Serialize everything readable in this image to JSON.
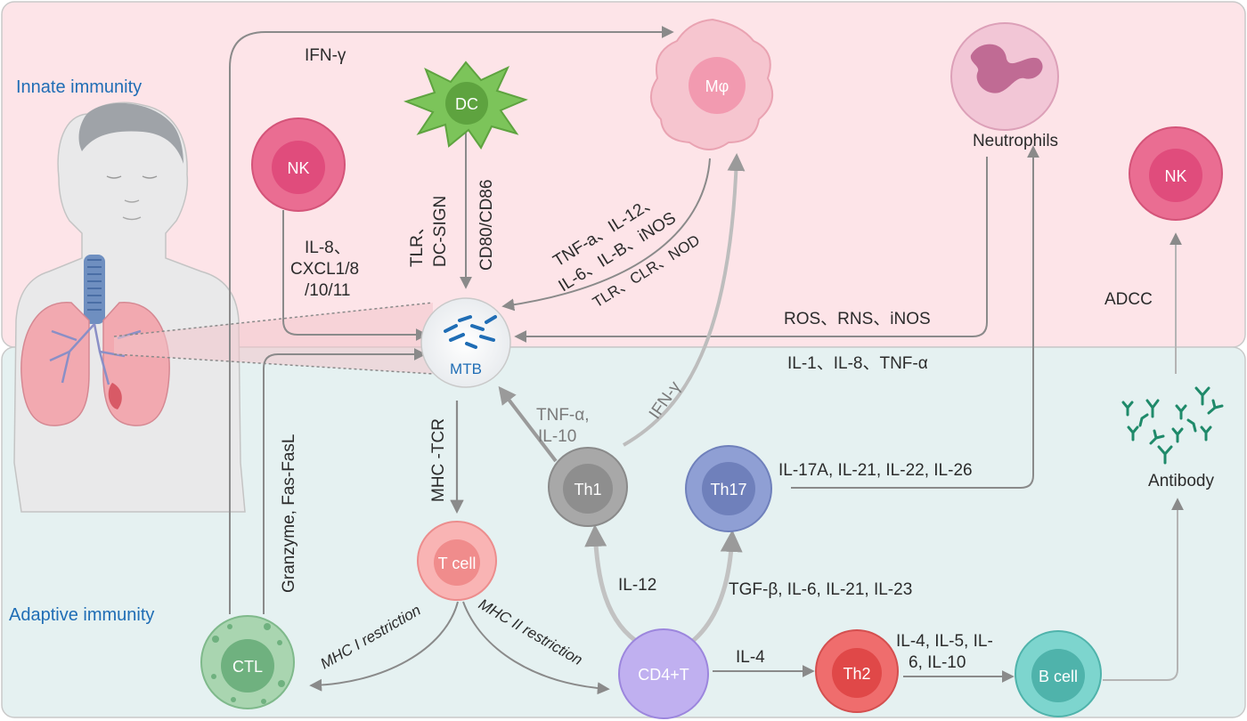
{
  "sections": {
    "innate": "Innate immunity",
    "adaptive": "Adaptive immunity"
  },
  "cells": {
    "mtb": "MTB",
    "dc": "DC",
    "nk_innate": "NK",
    "macrophage": "Mφ",
    "neutrophils": "Neutrophils",
    "nk_adcc": "NK",
    "th1": "Th1",
    "th17": "Th17",
    "tcell": "T cell",
    "ctl": "CTL",
    "cd4t": "CD4+T",
    "th2": "Th2",
    "bcell": "B cell",
    "antibody": "Antibody"
  },
  "labels": {
    "ifn_top": "IFN-γ",
    "nk_cytokines_1": "IL-8、",
    "nk_cytokines_2": "CXCL1/8",
    "nk_cytokines_3": "/10/11",
    "dc_receptors_1": "TLR、",
    "dc_receptors_2": "DC-SIGN",
    "dc_costim": "CD80/CD86",
    "mphi_cytokines_1": "TNF-a、IL-12、",
    "mphi_cytokines_2": "IL-6、IL-B、iNOS",
    "mphi_receptors": "TLR、CLR、NOD",
    "neut_products": "ROS、RNS、iNOS",
    "neut_cytokines": "IL-1、IL-8、TNF-α",
    "adcc": "ADCC",
    "ctl_effectors": "Granzyme, Fas-FasL",
    "mhc_tcr": "MHC -TCR",
    "th1_cytokines_1": "TNF-α,",
    "th1_cytokines_2": "IL-10",
    "ifn_th1": "IFN-γ",
    "th17_cytokines": "IL-17A, IL-21, IL-22, IL-26",
    "il12": "IL-12",
    "th17_induction": "TGF-β, IL-6, IL-21, IL-23",
    "mhc1": "MHC I restriction",
    "mhc2": "MHC II restriction",
    "il4": "IL-4",
    "th2_cytokines_1": "IL-4, IL-5, IL-",
    "th2_cytokines_2": "6, IL-10"
  },
  "colors": {
    "innate_bg": "#fde4e8",
    "adaptive_bg": "#e5f1f1",
    "arrow": "#8a8a8a",
    "section_title": "#1f6db5",
    "dc": "#7cc45a",
    "nk": "#ea6d92",
    "macrophage": "#f6c5cf",
    "neutrophil": "#e8a9c1",
    "th1": "#9c9c9c",
    "th17": "#7f8fc7",
    "tcell": "#f49a9a",
    "ctl": "#8fc79b",
    "cd4t": "#a795e3",
    "th2": "#e85a5a",
    "bcell": "#5fc7bf",
    "antibody": "#1f8a6a"
  }
}
